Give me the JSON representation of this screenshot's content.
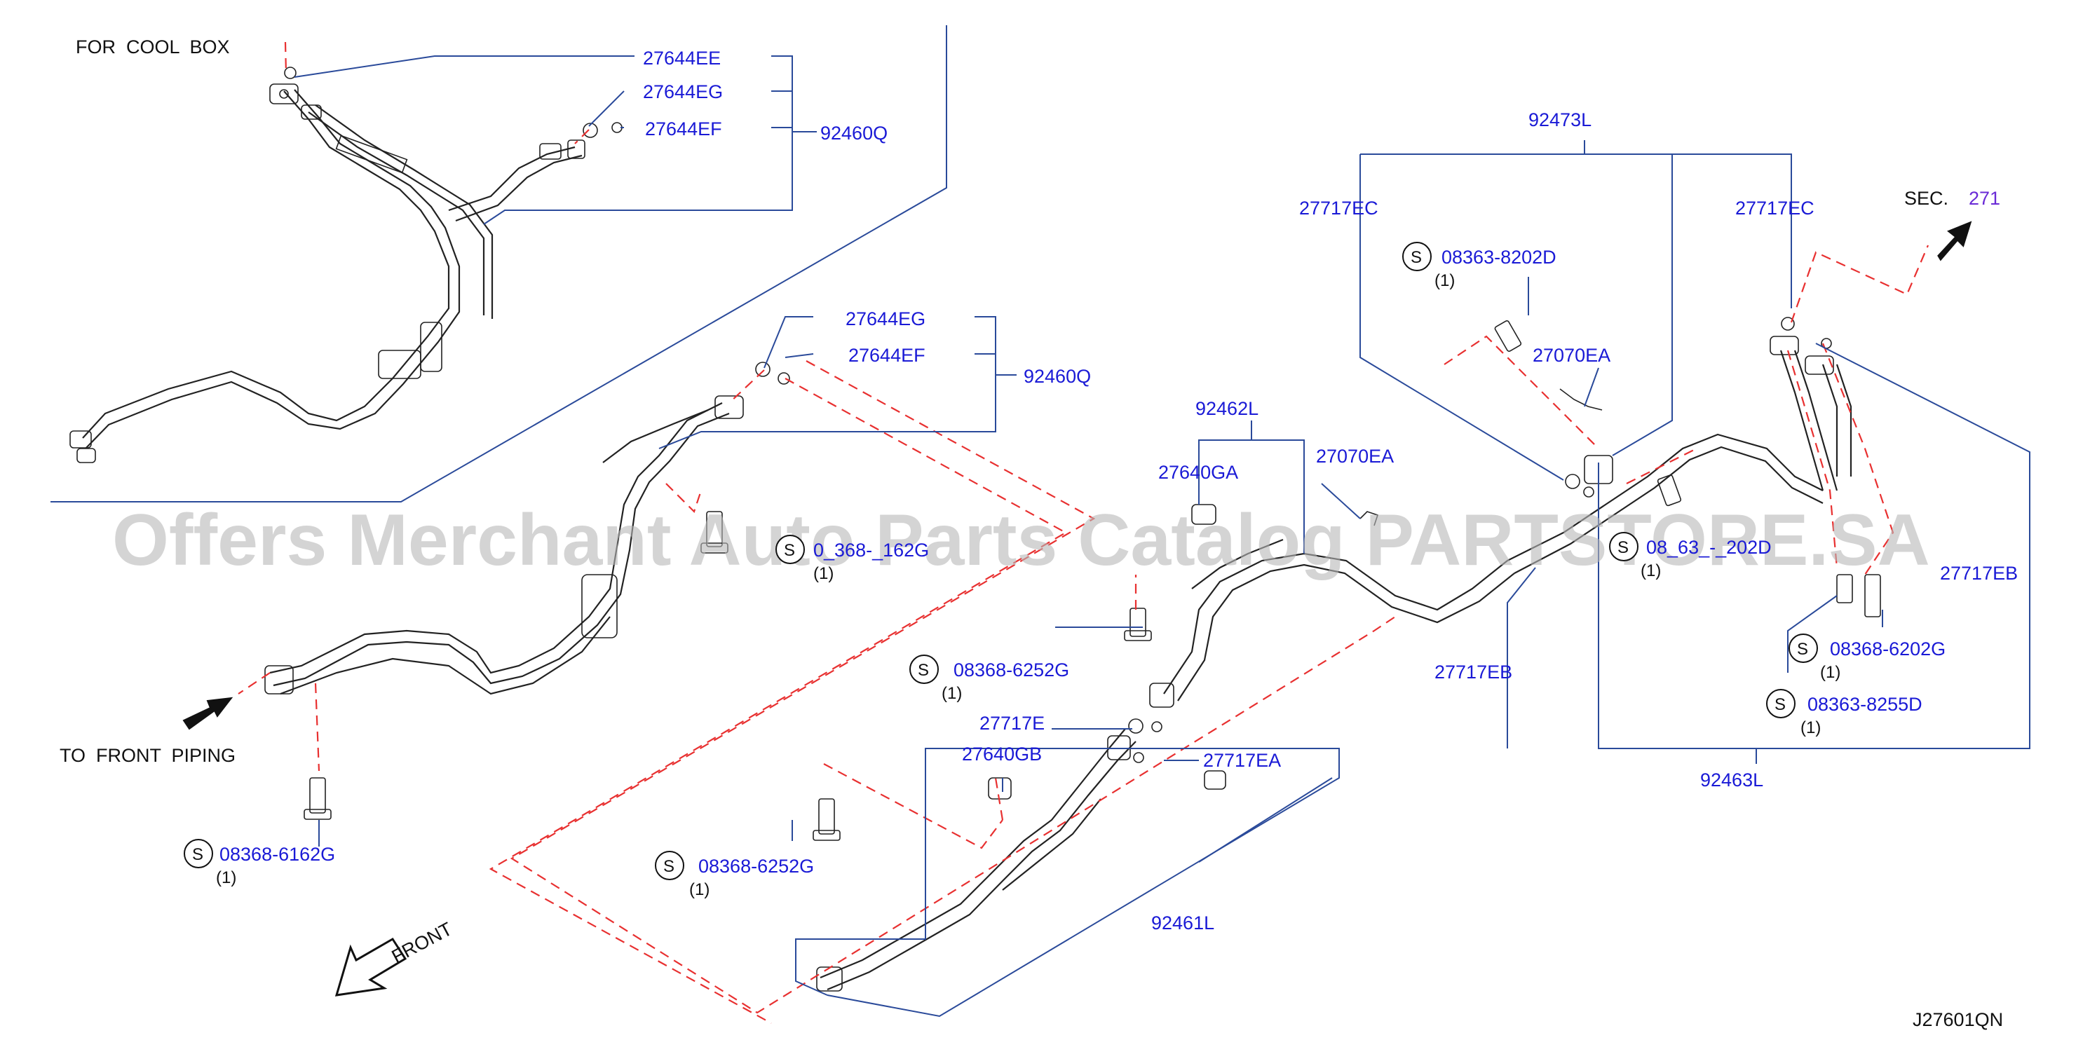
{
  "header": {
    "cool_box_label": "FOR  COOL  BOX",
    "front_piping_label": "TO  FRONT  PIPING",
    "front_label": "FRONT",
    "sec_label": "SEC.",
    "sec_num": "271",
    "diagram_code": "J27601QN"
  },
  "watermark": "Offers Merchant Auto Parts Catalog PARTSTORE.SA",
  "callouts": {
    "c_27644EE": "27644EE",
    "c_27644EG_a": "27644EG",
    "c_27644EF_a": "27644EF",
    "c_92460Q_a": "92460Q",
    "c_27644EG_b": "27644EG",
    "c_27644EF_b": "27644EF",
    "c_92460Q_b": "92460Q",
    "c_92462L": "92462L",
    "c_27640GA": "27640GA",
    "c_27070EA_a": "27070EA",
    "c_27070EA_b": "27070EA",
    "c_92473L": "92473L",
    "c_27717EC_a": "27717EC",
    "c_27717EC_b": "27717EC",
    "c_27717EB_a": "27717EB",
    "c_27717EB_b": "27717EB",
    "c_92463L": "92463L",
    "c_27717E": "27717E",
    "c_27640GB": "27640GB",
    "c_27717EA": "27717EA",
    "c_92461L": "92461L"
  },
  "bolts": [
    {
      "part": "08363-8202D",
      "qty": "(1)"
    },
    {
      "part": "0_368-_162G",
      "qty": "(1)"
    },
    {
      "part": "08368-6252G",
      "qty": "(1)"
    },
    {
      "part": "08368-6162G",
      "qty": "(1)"
    },
    {
      "part": "08368-6252G",
      "qty": "(1)"
    },
    {
      "part": "08_63_-_202D",
      "qty": "(1)"
    },
    {
      "part": "08368-6202G",
      "qty": "(1)"
    },
    {
      "part": "08363-8255D",
      "qty": "(1)"
    }
  ],
  "bolt_symbol": "S",
  "colors": {
    "part_number": "#1a1ad6",
    "leader": "#2a4a9a",
    "dashed_guide": "#e83030",
    "line_art": "#222222",
    "watermark": "#b8b8b8"
  }
}
